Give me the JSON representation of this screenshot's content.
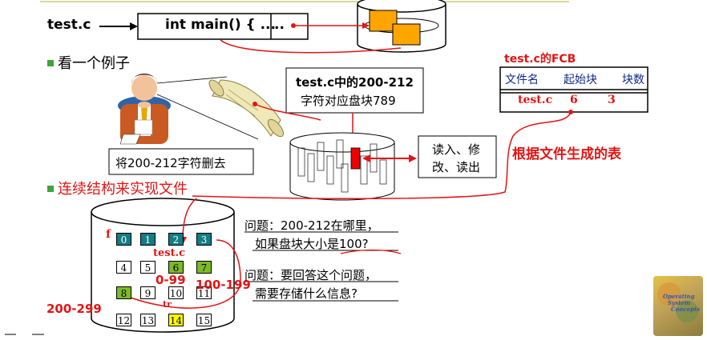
{
  "top": {
    "file_label": "test.c",
    "code_text": "int main() { ...",
    "code_dots": ".."
  },
  "example": {
    "bullet": "看一个例子"
  },
  "callout": {
    "line1": "test.c中的200-212",
    "line2": "字符对应盘块789"
  },
  "delete_caption": "将200-212字符删去",
  "rw_box": {
    "line1": "读入、修",
    "line2": "改、读出"
  },
  "fcb": {
    "title": "test.c的FCB",
    "headers": [
      "文件名",
      "起始块",
      "块数"
    ],
    "row": [
      "test.c",
      "6",
      "3"
    ]
  },
  "generated_note": "根据文件生成的表",
  "continuous": {
    "bullet": "连续结构来实现文件"
  },
  "disk": {
    "rows": [
      [
        {
          "n": "0",
          "c": "teal"
        },
        {
          "n": "1",
          "c": "teal"
        },
        {
          "n": "2",
          "c": "teal"
        },
        {
          "n": "3",
          "c": "teal"
        }
      ],
      [
        {
          "n": "4",
          "c": "white"
        },
        {
          "n": "5",
          "c": "white"
        },
        {
          "n": "6",
          "c": "lime"
        },
        {
          "n": "7",
          "c": "lime"
        }
      ],
      [
        {
          "n": "8",
          "c": "lime"
        },
        {
          "n": "9",
          "c": "white"
        },
        {
          "n": "10",
          "c": "white"
        },
        {
          "n": "11",
          "c": "white"
        }
      ],
      [
        {
          "n": "12",
          "c": "white"
        },
        {
          "n": "13",
          "c": "white"
        },
        {
          "n": "14",
          "c": "yellow"
        },
        {
          "n": "15",
          "c": "white"
        }
      ]
    ],
    "f_label": "f",
    "testc_label": "test.c",
    "range1": "0-99",
    "range2": "100-199",
    "range3": "200-299",
    "tr_label": "tr"
  },
  "question1": {
    "line1": "问题：200-212在哪里，",
    "line2": "如果盘块大小是100?"
  },
  "question2": {
    "line1": "问题：要回答这个问题，",
    "line2": "需要存储什么信息?"
  },
  "book_cover": {
    "line1": "Operating",
    "line2": "System",
    "line3": "Concepts"
  },
  "colors": {
    "accent_red": "#e41414",
    "bullet_green": "#3fa43a",
    "block_orange": "#ffa500",
    "teal": "#137c85",
    "lime": "#7dba27",
    "yellow": "#ffff00"
  }
}
